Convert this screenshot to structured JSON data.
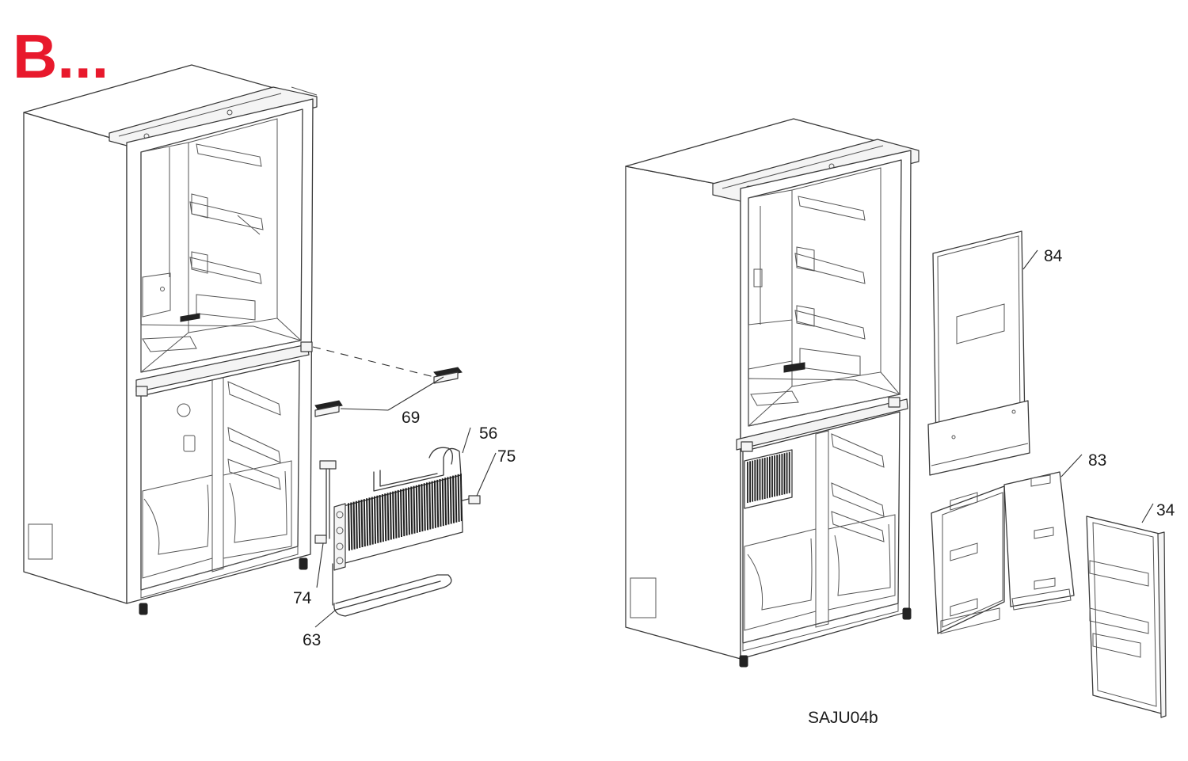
{
  "heading": "B...",
  "caption": "SAJU04b",
  "colors": {
    "heading": "#e8192c",
    "line": "#3a3a3a",
    "text": "#1a1a1a"
  },
  "callouts": {
    "p69": "69",
    "p56": "56",
    "p75": "75",
    "p74": "74",
    "p63": "63",
    "p84": "84",
    "p83": "83",
    "p34": "34"
  }
}
